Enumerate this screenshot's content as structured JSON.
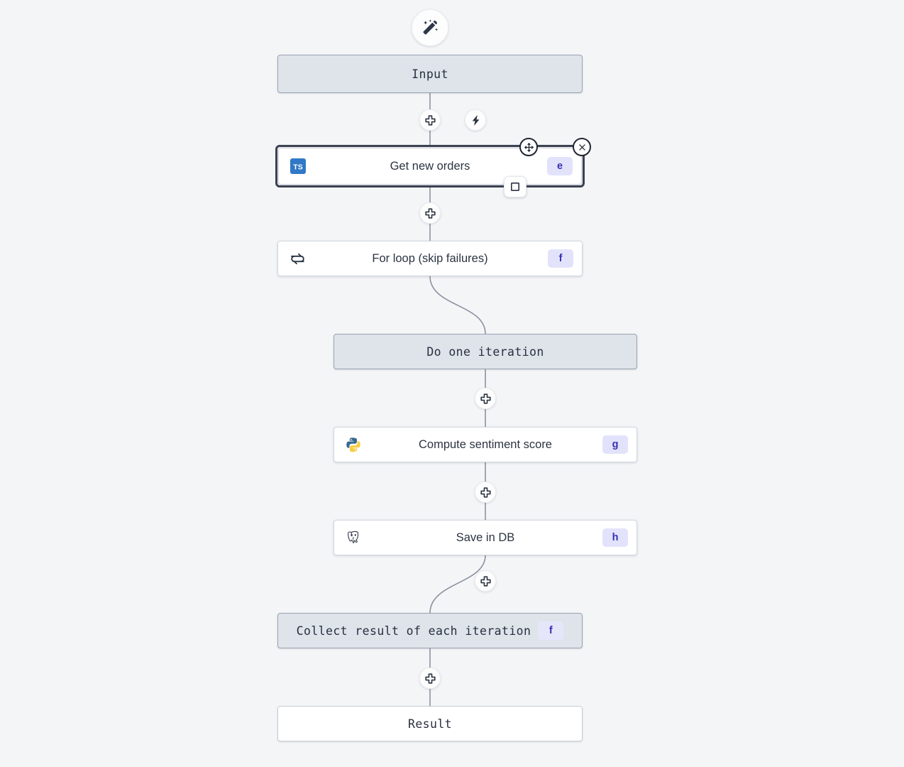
{
  "canvas": {
    "background_color": "#f4f5f7",
    "edge_color": "#8b939f"
  },
  "colors": {
    "virtual_node_fill": "#dfe4ea",
    "virtual_node_border": "#9aa4b2",
    "module_node_fill": "#ffffff",
    "module_node_border": "#d2d7de",
    "selected_node_border": "#3b4252",
    "badge_bg": "#e2e3fb",
    "badge_text": "#3730b5",
    "typescript_blue": "#3178c6",
    "python_blue": "#35698f",
    "python_yellow": "#f6ce46"
  },
  "toolbar": {
    "ai_assist_label": "ai-assist",
    "add_step_label": "add step",
    "add_trigger_label": "add trigger"
  },
  "nodes": [
    {
      "id": "input",
      "kind": "virtual",
      "label": "Input",
      "font": "mono",
      "icon": null,
      "badge": null,
      "selected": false
    },
    {
      "id": "get-new-orders",
      "kind": "module",
      "label": "Get new orders",
      "font": "sans",
      "icon": "typescript-icon",
      "badge": "e",
      "selected": true
    },
    {
      "id": "for-loop",
      "kind": "module",
      "label": "For loop (skip failures)",
      "font": "sans",
      "icon": "loop-icon",
      "badge": "f",
      "selected": false
    },
    {
      "id": "do-one-iteration",
      "kind": "virtual",
      "label": "Do one iteration",
      "font": "mono",
      "icon": null,
      "badge": null,
      "selected": false
    },
    {
      "id": "compute-sentiment-score",
      "kind": "module",
      "label": "Compute sentiment score",
      "font": "sans",
      "icon": "python-icon",
      "badge": "g",
      "selected": false
    },
    {
      "id": "save-in-db",
      "kind": "module",
      "label": "Save in DB",
      "font": "sans",
      "icon": "postgresql-icon",
      "badge": "h",
      "selected": false
    },
    {
      "id": "collect-result",
      "kind": "virtual",
      "label": "Collect result of each iteration",
      "font": "mono",
      "icon": null,
      "badge": "f",
      "selected": false
    },
    {
      "id": "result",
      "kind": "virtual-plain",
      "label": "Result",
      "font": "mono",
      "icon": null,
      "badge": null,
      "selected": false
    }
  ],
  "selected_node_controls": {
    "move_handle": "move-icon",
    "close_button": "close-icon",
    "collapse_button": "square-icon"
  },
  "insert_buttons": [
    {
      "id": "insert-after-input",
      "icon": "plus-icon"
    },
    {
      "id": "insert-trigger-after-input",
      "icon": "lightning-icon"
    },
    {
      "id": "insert-after-get-new-orders",
      "icon": "plus-icon"
    },
    {
      "id": "insert-after-do-one-iteration",
      "icon": "plus-icon"
    },
    {
      "id": "insert-after-compute-sentiment-score",
      "icon": "plus-icon"
    },
    {
      "id": "insert-after-save-in-db",
      "icon": "plus-icon"
    },
    {
      "id": "insert-after-collect-result",
      "icon": "plus-icon"
    }
  ],
  "ai_button": {
    "id": "ai-assist-button",
    "icon": "magic-wand-icon"
  }
}
